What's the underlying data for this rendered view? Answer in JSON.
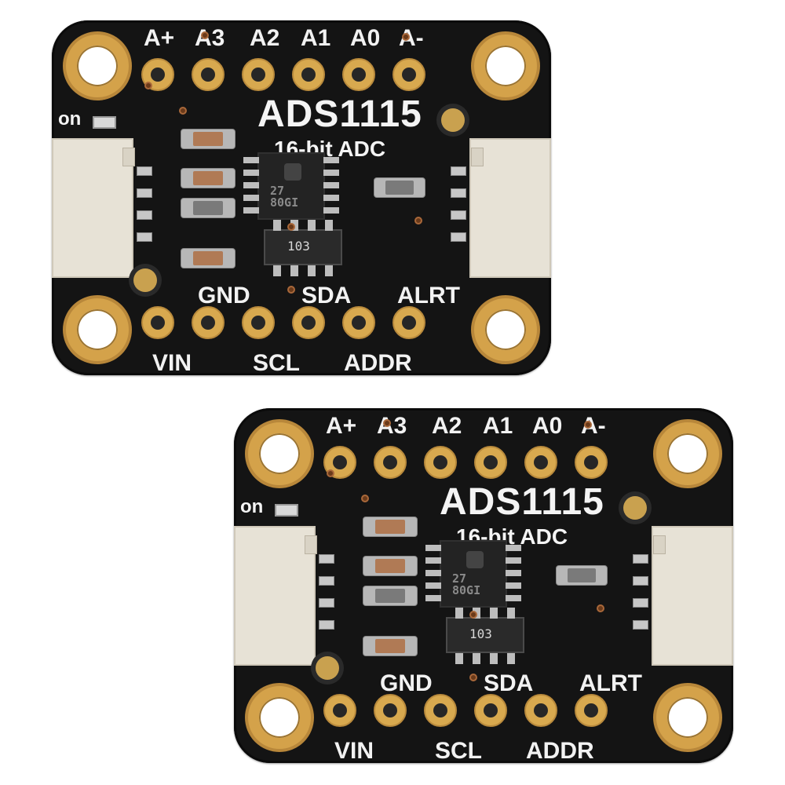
{
  "boards": [
    {
      "title": "ADS1115",
      "subtitle": "16-bit ADC",
      "on_label": "on",
      "ic_code": "27\n80GI",
      "resistor_code": "103",
      "top_labels": [
        "A+",
        "A3",
        "A2",
        "A1",
        "A0",
        "A-"
      ],
      "bottom_labels_upper": [
        "GND",
        "SDA",
        "ALRT"
      ],
      "bottom_labels_lower": [
        "VIN",
        "SCL",
        "ADDR"
      ]
    },
    {
      "title": "ADS1115",
      "subtitle": "16-bit ADC",
      "on_label": "on",
      "ic_code": "27\n80GI",
      "resistor_code": "103",
      "top_labels": [
        "A+",
        "A3",
        "A2",
        "A1",
        "A0",
        "A-"
      ],
      "bottom_labels_upper": [
        "GND",
        "SDA",
        "ALRT"
      ],
      "bottom_labels_lower": [
        "VIN",
        "SCL",
        "ADDR"
      ]
    }
  ],
  "colors": {
    "pcb": "#141414",
    "gold": "#d8a94f",
    "silkscreen": "#f2f2f2",
    "connector": "#e7e2d6"
  }
}
